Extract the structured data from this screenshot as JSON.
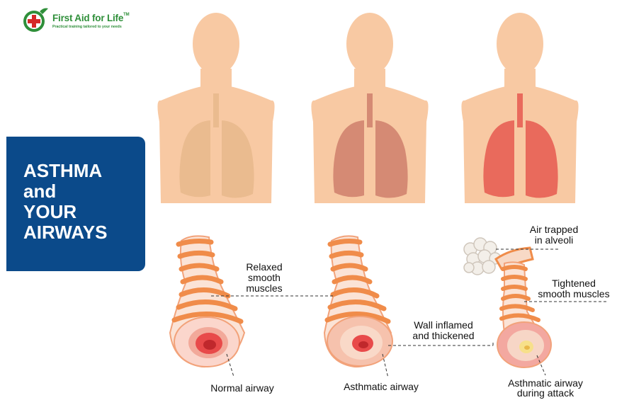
{
  "logo": {
    "brand": "First Aid for Life",
    "trademark": "TM",
    "tagline": "Practical training tailored to your needs"
  },
  "title": {
    "lines": [
      "ASTHMA",
      "and",
      "YOUR",
      "AIRWAYS"
    ]
  },
  "labels": {
    "relaxed": [
      "Relaxed",
      "smooth",
      "muscles"
    ],
    "air_trapped": [
      "Air trapped",
      "in alveoli"
    ],
    "tightened": [
      "Tightened",
      "smooth muscles"
    ],
    "wall_inflamed": [
      "Wall inflamed",
      "and thickened"
    ],
    "normal_airway": "Normal airway",
    "asthmatic_airway": "Asthmatic airway",
    "attack_airway": [
      "Asthmatic airway",
      "during attack"
    ]
  },
  "colors": {
    "title_box": "#0b4a8a",
    "body_skin": "#f8c9a3",
    "lung_normal": "#e8b98c",
    "lung_asthmatic": "#d58a74",
    "lung_attack": "#e96a5c",
    "airway_band": "#f08c4a",
    "airway_inner": "#e84a4a",
    "logo_green": "#2f8f3a"
  }
}
